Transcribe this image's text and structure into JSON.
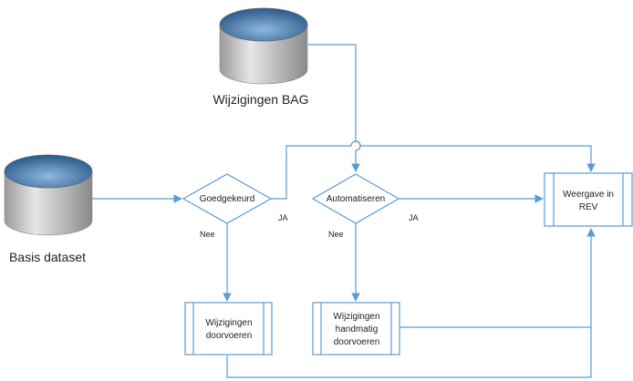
{
  "diagram": {
    "nodes": {
      "bag": {
        "label": "Wijzigingen BAG"
      },
      "basis": {
        "label": "Basis dataset"
      },
      "goedgekeurd": {
        "label": "Goedgekeurd"
      },
      "automatiseren": {
        "label": "Automatiseren"
      },
      "weergave": {
        "line1": "Weergave in",
        "line2": "REV"
      },
      "doorvoeren": {
        "line1": "Wijzigingen",
        "line2": "doorvoeren"
      },
      "handmatig": {
        "line1": "Wijzigingen",
        "line2": "handmatig",
        "line3": "doorvoeren"
      }
    },
    "edge_labels": {
      "ja_goedgekeurd": "JA",
      "nee_goedgekeurd": "Nee",
      "ja_automatiseren": "JA",
      "nee_automatiseren": "Nee"
    },
    "colors": {
      "line": "#5b9bd5",
      "db_top": "#3f6f9c",
      "db_body": "#c9c9c9"
    }
  }
}
